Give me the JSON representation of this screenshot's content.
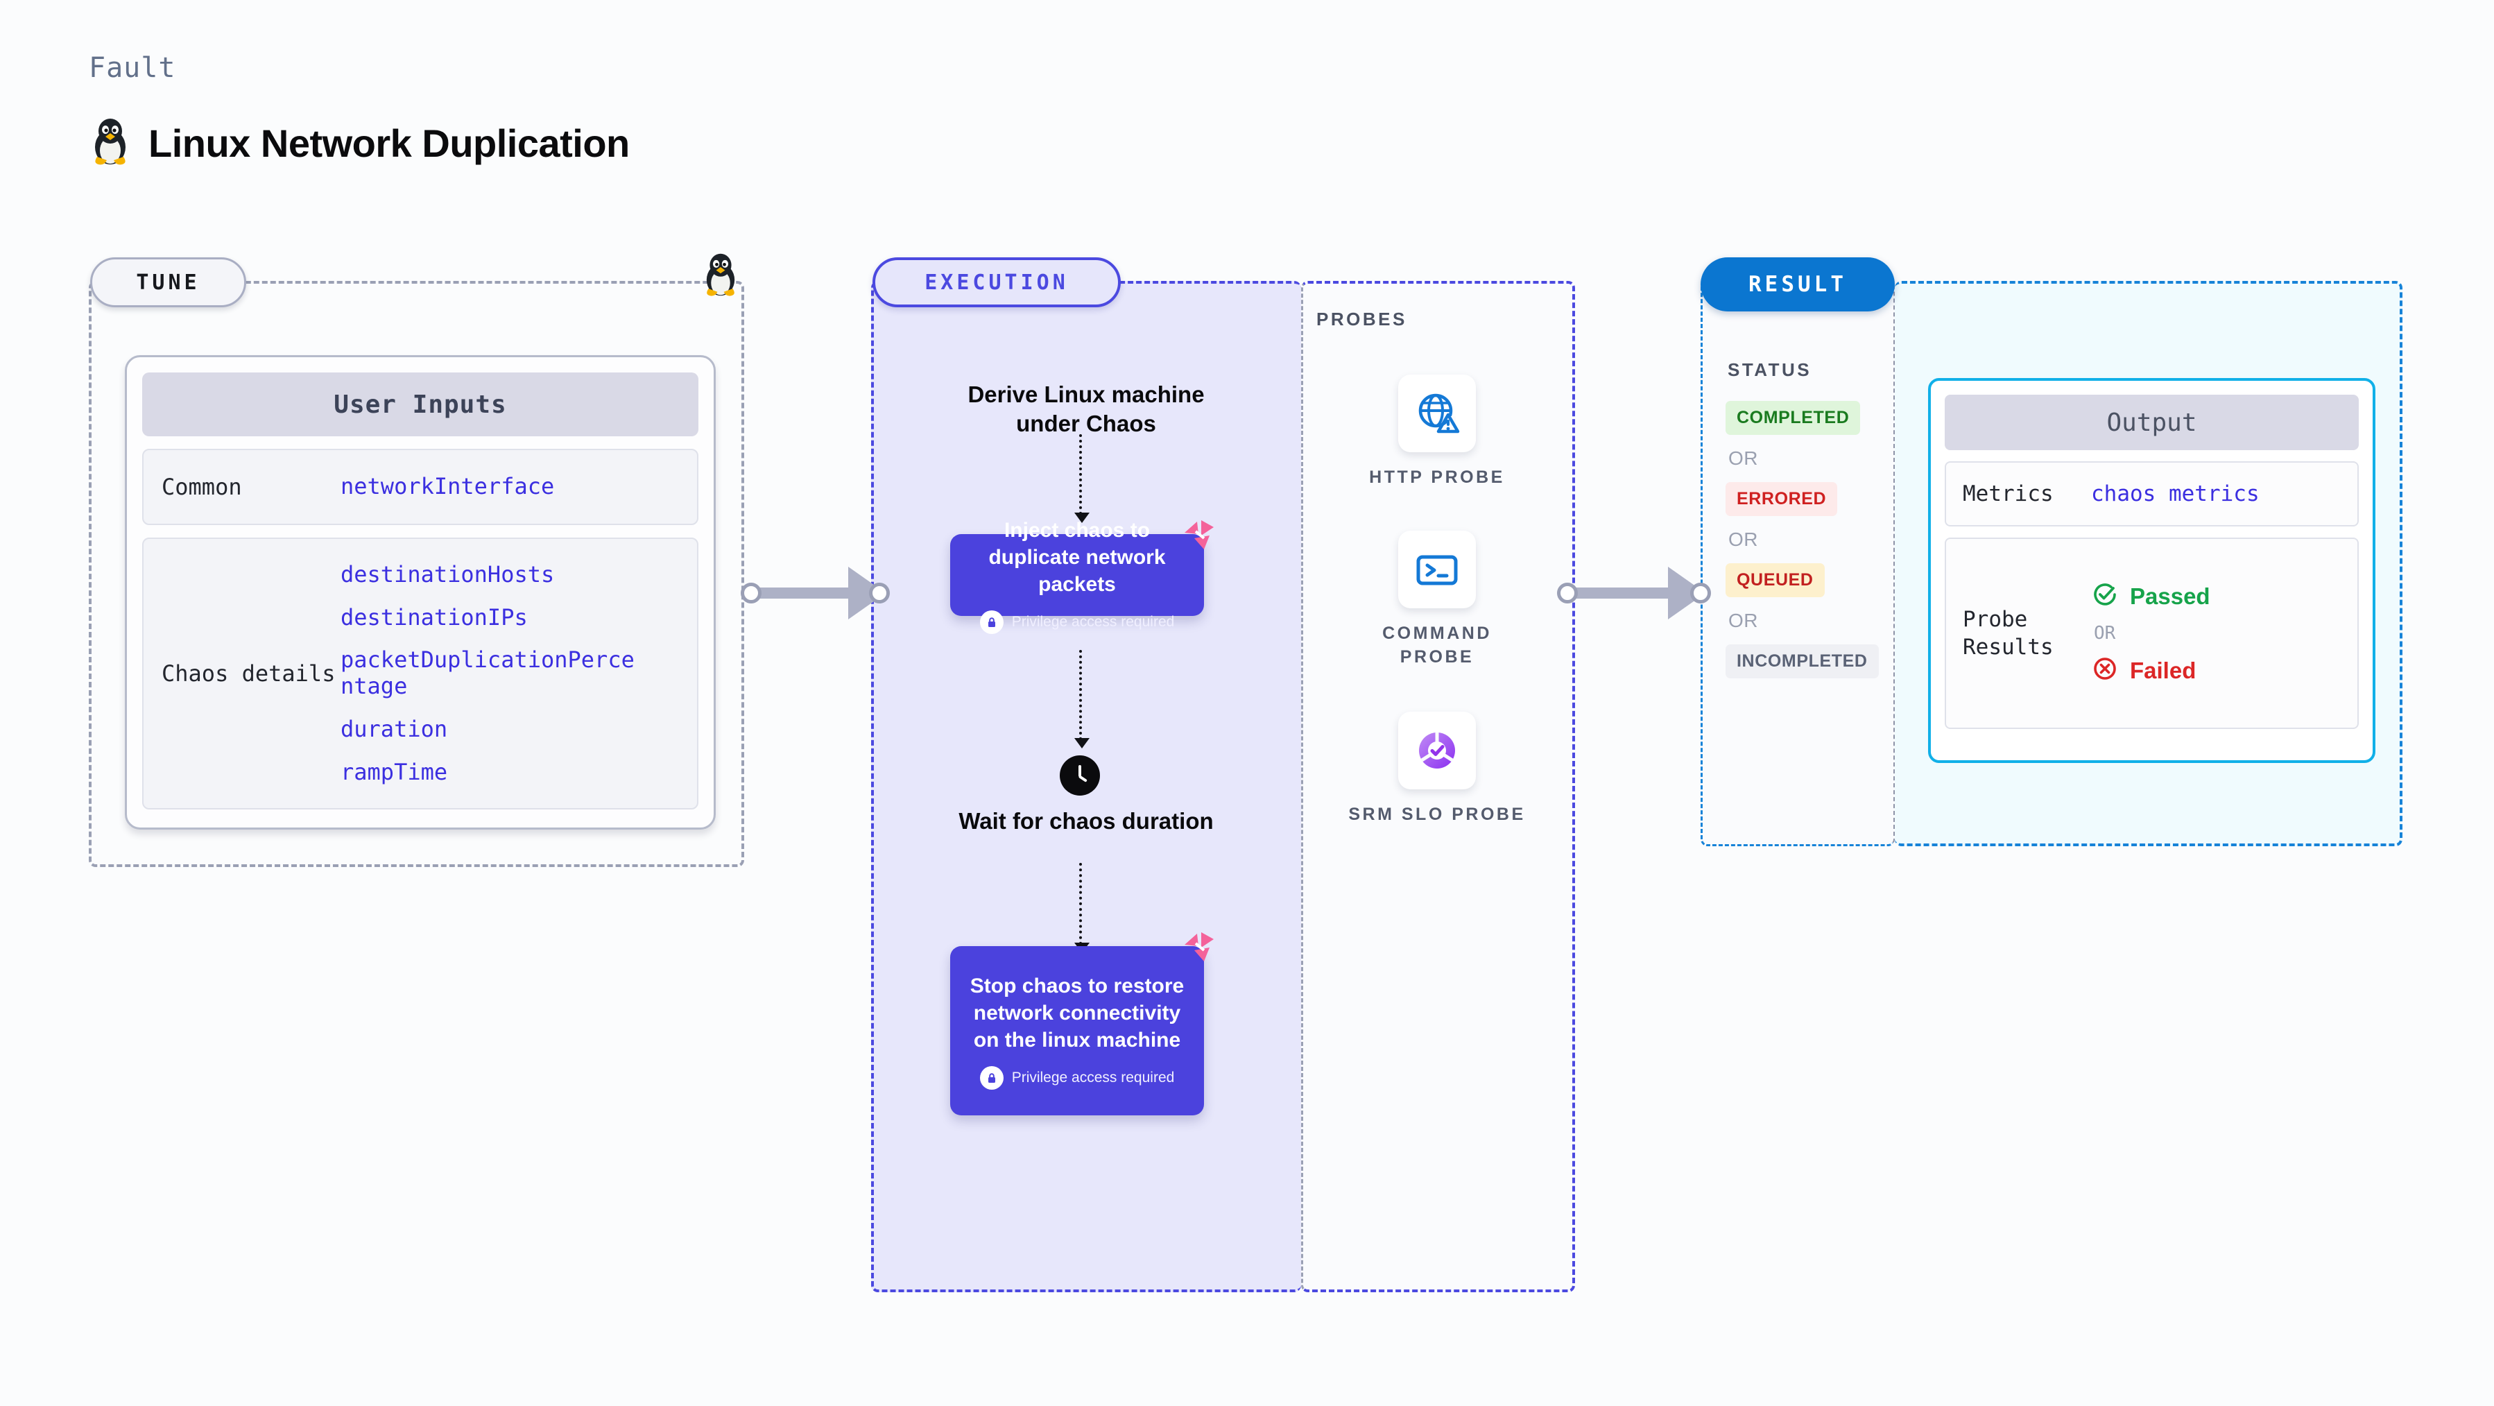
{
  "header": {
    "kicker": "Fault",
    "title": "Linux Network Duplication",
    "icon": "tux-penguin-icon"
  },
  "tune": {
    "pill_label": "TUNE",
    "border_icon": "tux-penguin-icon",
    "card_title": "User Inputs",
    "rows": [
      {
        "label": "Common",
        "values": [
          "networkInterface"
        ]
      },
      {
        "label": "Chaos details",
        "values": [
          "destinationHosts",
          "destinationIPs",
          "packetDuplicationPercentage",
          "duration",
          "rampTime"
        ]
      }
    ]
  },
  "execution": {
    "pill_label": "EXECUTION",
    "steps": [
      {
        "kind": "title",
        "text": "Derive Linux machine under Chaos"
      },
      {
        "kind": "card",
        "text": "Inject chaos to duplicate network packets",
        "privilege": "Privilege access required"
      },
      {
        "kind": "title",
        "text": "Wait for chaos duration",
        "icon": "clock-icon"
      },
      {
        "kind": "card",
        "text": "Stop chaos to restore network connectivity on the linux machine",
        "privilege": "Privilege access required"
      }
    ],
    "derive_title": "Derive Linux machine under Chaos",
    "wait_title": "Wait for chaos duration",
    "inject_text": "Inject chaos to duplicate network packets",
    "stop_text": "Stop chaos to restore network connectivity on the linux machine",
    "privilege_note": "Privilege access required"
  },
  "probes": {
    "section_title": "PROBES",
    "items": [
      {
        "label": "HTTP PROBE",
        "icon": "globe-warning-icon"
      },
      {
        "label": "COMMAND PROBE",
        "icon": "terminal-icon"
      },
      {
        "label": "SRM SLO PROBE",
        "icon": "slo-donut-check-icon"
      }
    ]
  },
  "result": {
    "pill_label": "RESULT",
    "status_title": "STATUS",
    "or_label": "OR",
    "statuses": [
      {
        "label": "COMPLETED",
        "style": "completed"
      },
      {
        "label": "ERRORED",
        "style": "errored"
      },
      {
        "label": "QUEUED",
        "style": "queued"
      },
      {
        "label": "INCOMPLETED",
        "style": "incompleted"
      }
    ],
    "output": {
      "card_title": "Output",
      "metrics_label": "Metrics",
      "metrics_value": "chaos metrics",
      "probe_results_label": "Probe Results",
      "passed_label": "Passed",
      "failed_label": "Failed",
      "or_label": "OR"
    }
  },
  "colors": {
    "accent_violet": "#4b42dd",
    "accent_blue": "#0b76d0",
    "accent_cyan": "#11b0e8",
    "link_blue": "#3b2fe0",
    "pass_green": "#16a34a",
    "fail_red": "#dc2626",
    "pink_mark": "#f4629a",
    "connector_gray": "#adb1c6"
  }
}
